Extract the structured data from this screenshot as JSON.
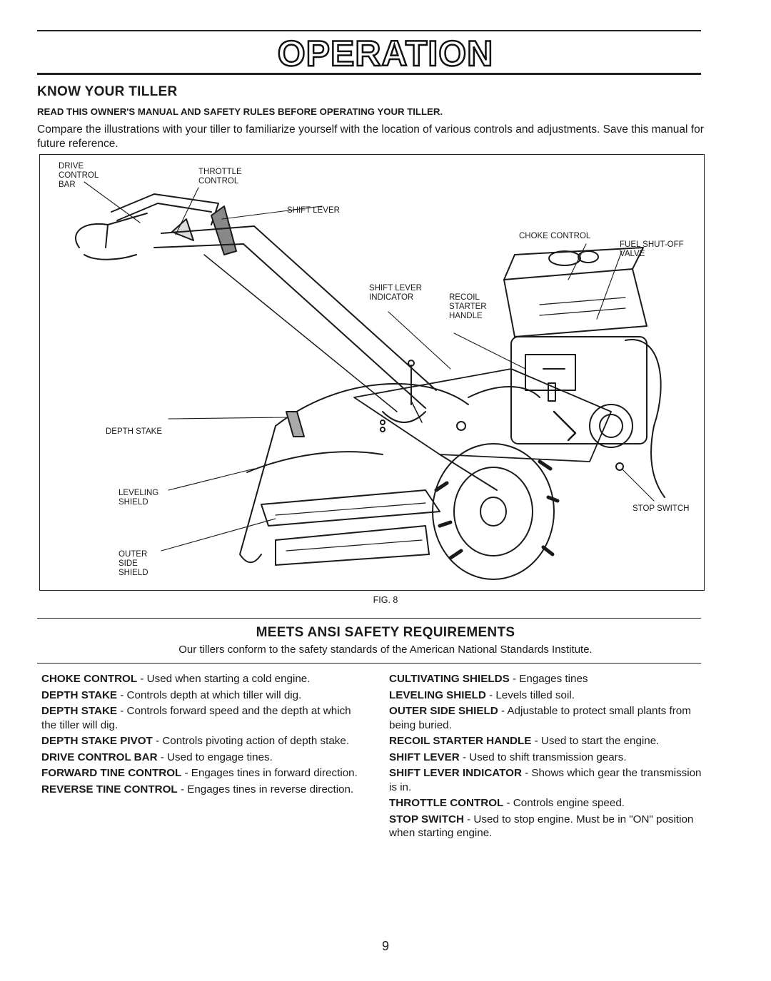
{
  "header": {
    "title": "OPERATION"
  },
  "know_section": {
    "title": "KNOW YOUR TILLER",
    "subtitle": "READ THIS OWNER'S MANUAL AND SAFETY RULES BEFORE OPERATING YOUR TILLER.",
    "intro": "Compare the illustrations with your tiller to familiarize yourself with the location of various controls and adjustments. Save this manual for future reference."
  },
  "figure": {
    "caption": "FIG. 8",
    "labels": {
      "drive_control_bar": "DRIVE\nCONTROL\nBAR",
      "throttle_control": "THROTTLE\nCONTROL",
      "shift_lever": "SHIFT LEVER",
      "choke_control": "CHOKE CONTROL",
      "fuel_shutoff_valve": "FUEL SHUT-OFF\nVALVE",
      "shift_lever_indicator": "SHIFT LEVER\nINDICATOR",
      "recoil_starter_handle": "RECOIL\nSTARTER\nHANDLE",
      "depth_stake": "DEPTH STAKE",
      "leveling_shield": "LEVELING\nSHIELD",
      "outer_side_shield": "OUTER\nSIDE\nSHIELD",
      "stop_switch": "STOP SWITCH"
    }
  },
  "ansi_section": {
    "title": "MEETS ANSI SAFETY REQUIREMENTS",
    "text": "Our tillers conform to the safety standards of the American National Standards Institute."
  },
  "definitions_left": [
    {
      "term": "CHOKE CONTROL",
      "desc": " - Used when starting a cold engine."
    },
    {
      "term": "DEPTH STAKE",
      "desc": " - Controls depth at which tiller will dig."
    },
    {
      "term": "DEPTH STAKE",
      "desc": " - Controls forward speed and the depth at which the tiller will dig."
    },
    {
      "term": "DEPTH STAKE PIVOT",
      "desc": " - Controls pivoting action of depth stake."
    },
    {
      "term": "DRIVE CONTROL BAR",
      "desc": " - Used to engage tines."
    },
    {
      "term": "FORWARD TINE CONTROL",
      "desc": " - Engages tines in forward direction."
    },
    {
      "term": "REVERSE TINE CONTROL",
      "desc": " - Engages tines in reverse direction."
    }
  ],
  "definitions_right": [
    {
      "term": "CULTIVATING SHIELDS",
      "desc": " - Engages tines"
    },
    {
      "term": "LEVELING SHIELD",
      "desc": " - Levels tilled soil."
    },
    {
      "term": "OUTER SIDE SHIELD",
      "desc": " - Adjustable to protect small plants from being buried."
    },
    {
      "term": "RECOIL STARTER HANDLE",
      "desc": " - Used to start the engine."
    },
    {
      "term": "SHIFT LEVER",
      "desc": " - Used to shift transmission gears."
    },
    {
      "term": "SHIFT LEVER INDICATOR",
      "desc": " - Shows which gear the transmission is in."
    },
    {
      "term": "THROTTLE CONTROL",
      "desc": " - Controls engine speed."
    },
    {
      "term": "STOP SWITCH",
      "desc": " - Used to stop engine. Must be in \"ON\" position when starting engine."
    }
  ],
  "footer": {
    "page_number": "9"
  }
}
